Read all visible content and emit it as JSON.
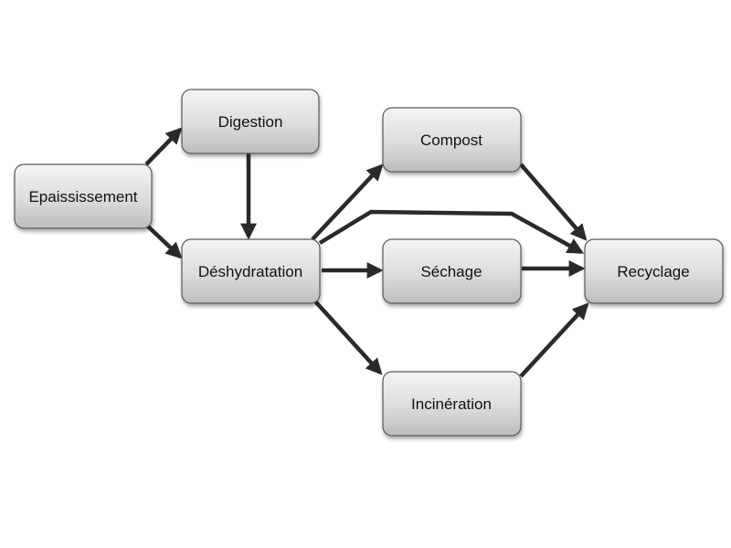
{
  "diagram": {
    "nodes": {
      "epaississement": "Epaississement",
      "digestion": "Digestion",
      "deshydratation": "Déshydratation",
      "compost": "Compost",
      "sechage": "Séchage",
      "incineration": "Incinération",
      "recyclage": "Recyclage"
    },
    "edges": [
      {
        "from": "epaississement",
        "to": "digestion"
      },
      {
        "from": "epaississement",
        "to": "deshydratation"
      },
      {
        "from": "digestion",
        "to": "deshydratation"
      },
      {
        "from": "deshydratation",
        "to": "compost"
      },
      {
        "from": "deshydratation",
        "to": "recyclage"
      },
      {
        "from": "deshydratation",
        "to": "sechage"
      },
      {
        "from": "deshydratation",
        "to": "incineration"
      },
      {
        "from": "compost",
        "to": "recyclage"
      },
      {
        "from": "sechage",
        "to": "recyclage"
      },
      {
        "from": "incineration",
        "to": "recyclage"
      }
    ],
    "colors": {
      "box_top": "#f4f4f4",
      "box_bottom": "#bcbcbc",
      "box_border": "#5a5a5a",
      "arrow": "#2a2a2a"
    }
  }
}
